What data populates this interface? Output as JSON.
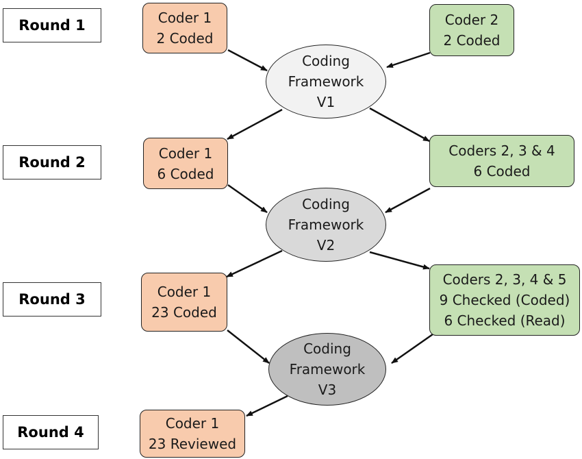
{
  "colors": {
    "coder1_fill": "#f8cbad",
    "others_fill": "#c5e0b4",
    "framework_v1_fill": "#f2f2f2",
    "framework_v2_fill": "#d9d9d9",
    "framework_v3_fill": "#bfbfbf",
    "arrow": "#111111"
  },
  "rounds": [
    {
      "label": "Round 1"
    },
    {
      "label": "Round 2"
    },
    {
      "label": "Round 3"
    },
    {
      "label": "Round 4"
    }
  ],
  "nodes": {
    "r1_coder1": {
      "line1": "Coder 1",
      "line2": "2 Coded"
    },
    "r1_coder2": {
      "line1": "Coder 2",
      "line2": "2 Coded"
    },
    "r2_coder1": {
      "line1": "Coder 1",
      "line2": "6 Coded"
    },
    "r2_coders": {
      "line1": "Coders 2, 3 & 4",
      "line2": "6 Coded"
    },
    "r3_coder1": {
      "line1": "Coder 1",
      "line2": "23 Coded"
    },
    "r3_coders": {
      "line1": "Coders 2, 3, 4 & 5",
      "line2": "9 Checked (Coded)",
      "line3": "6 Checked (Read)"
    },
    "r4_coder1": {
      "line1": "Coder 1",
      "line2": "23 Reviewed"
    }
  },
  "frameworks": [
    {
      "line1": "Coding",
      "line2": "Framework",
      "line3": "V1"
    },
    {
      "line1": "Coding",
      "line2": "Framework",
      "line3": "V2"
    },
    {
      "line1": "Coding",
      "line2": "Framework",
      "line3": "V3"
    }
  ]
}
